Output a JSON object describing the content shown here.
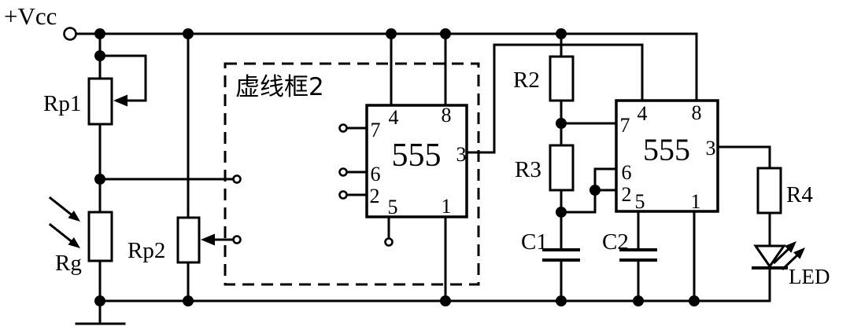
{
  "labels": {
    "power": "+Vcc",
    "dashed_box": "虚线框2",
    "rp1": "Rp1",
    "rg": "Rg",
    "rp2": "Rp2",
    "r2": "R2",
    "r3": "R3",
    "r4": "R4",
    "c1": "C1",
    "c2": "C2",
    "led": "LED"
  },
  "ic1": {
    "name": "555",
    "pins": {
      "p1": "1",
      "p2": "2",
      "p3": "3",
      "p4": "4",
      "p5": "5",
      "p6": "6",
      "p7": "7",
      "p8": "8"
    }
  },
  "ic2": {
    "name": "555",
    "pins": {
      "p1": "1",
      "p2": "2",
      "p3": "3",
      "p4": "4",
      "p5": "5",
      "p6": "6",
      "p7": "7",
      "p8": "8"
    }
  },
  "colors": {
    "line": "#000000",
    "background": "#ffffff"
  }
}
